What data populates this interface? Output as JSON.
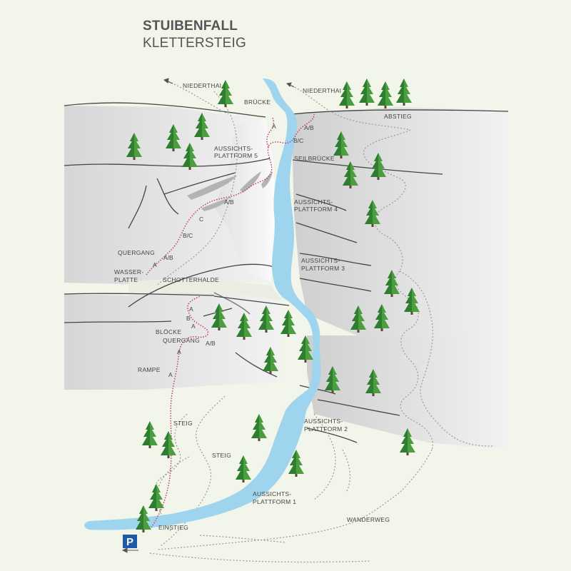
{
  "title": {
    "main": "STUIBENFALL",
    "sub": "KLETTERSTEIG"
  },
  "colors": {
    "background": "#f1f5ea",
    "rock": "#dcdcdc",
    "water": "#9fd4ee",
    "tree": "#3f9a3c",
    "route": "#c0306e",
    "path": "#999999",
    "parking": "#1f5aa6"
  },
  "labels": {
    "niederthai_left": "NIEDERTHAI",
    "niederthai_right": "NIEDERTHAI",
    "bruecke": "BRÜCKE",
    "abstieg": "ABSTIEG",
    "aussichtsplattform5_1": "AUSSICHTS-",
    "aussichtsplattform5_2": "PLATTFORM 5",
    "seilbruecke": "SEILBRÜCKE",
    "aussichtsplattform4_1": "AUSSICHTS-",
    "aussichtsplattform4_2": "PLATTFORM 4",
    "quergang_upper": "QUERGANG",
    "wasserplatte_1": "WASSER-",
    "wasserplatte_2": "PLATTE",
    "schotterhalde": "SCHOTTERHALDE",
    "aussichtsplattform3_1": "AUSSICHTS-",
    "aussichtsplattform3_2": "PLATTFORM 3",
    "bloecke": "BLÖCKE",
    "quergang_lower": "QUERGANG",
    "rampe": "RAMPE",
    "aussichtsplattform2_1": "AUSSICHTS-",
    "aussichtsplattform2_2": "PLATTFORM 2",
    "steig_1": "STEIG",
    "steig_2": "STEIG",
    "aussichtsplattform1_1": "AUSSICHTS-",
    "aussichtsplattform1_2": "PLATTFORM 1",
    "wanderweg": "WANDERWEG",
    "einstieg": "EINSTIEG",
    "parking": "P"
  },
  "grades": {
    "g1": "A",
    "g2": "A/B",
    "g3": "B/C",
    "g4": "A/B",
    "g5": "C",
    "g6": "B/C",
    "g7": "A/B",
    "g8": "A",
    "g9": "A",
    "g10": "B",
    "g11": "A",
    "g12": "A/B",
    "g13": "A",
    "g14": "A"
  }
}
